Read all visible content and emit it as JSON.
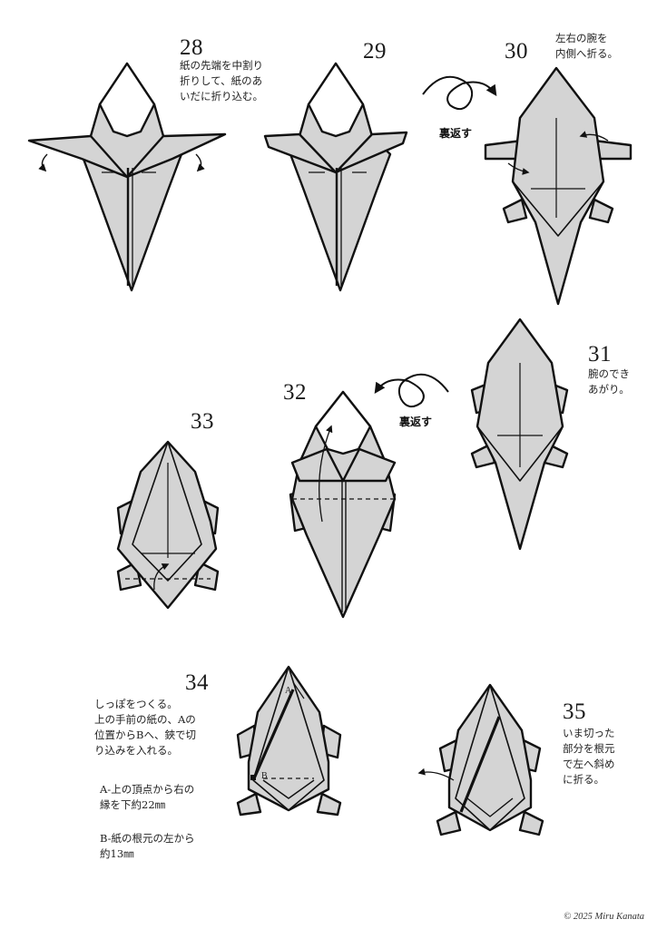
{
  "colors": {
    "paper_fill": "#d4d4d4",
    "paper_light": "#ffffff",
    "ink": "#111111"
  },
  "steps": [
    {
      "number": "28",
      "note": "紙の先端を中割り\n折りして、紙のあ\nいだに折り込む。"
    },
    {
      "number": "29"
    },
    {
      "number": "30",
      "note": "左右の腕を\n内側へ折る。"
    },
    {
      "number": "31",
      "note": "腕のでき\nあがり。"
    },
    {
      "number": "32"
    },
    {
      "number": "33"
    },
    {
      "number": "34",
      "note": "しっぽをつくる。\n上の手前の紙の、Aの\n位置からBへ、鋏で切\nり込みを入れる。",
      "detail_a": "A-上の頂点から右の\n縁を下約22㎜",
      "detail_b": "B-紙の根元の左から\n約13㎜"
    },
    {
      "number": "35",
      "note": "いま切った\n部分を根元\nで左へ斜め\nに折る。"
    }
  ],
  "flip_labels": [
    "裏返す",
    "裏返す"
  ],
  "point_labels": {
    "a": "A",
    "b": "B"
  },
  "copyright": "© 2025 Miru Kanata",
  "icons": [
    "flip-over-arrow-icon",
    "fold-arrow-icon"
  ]
}
